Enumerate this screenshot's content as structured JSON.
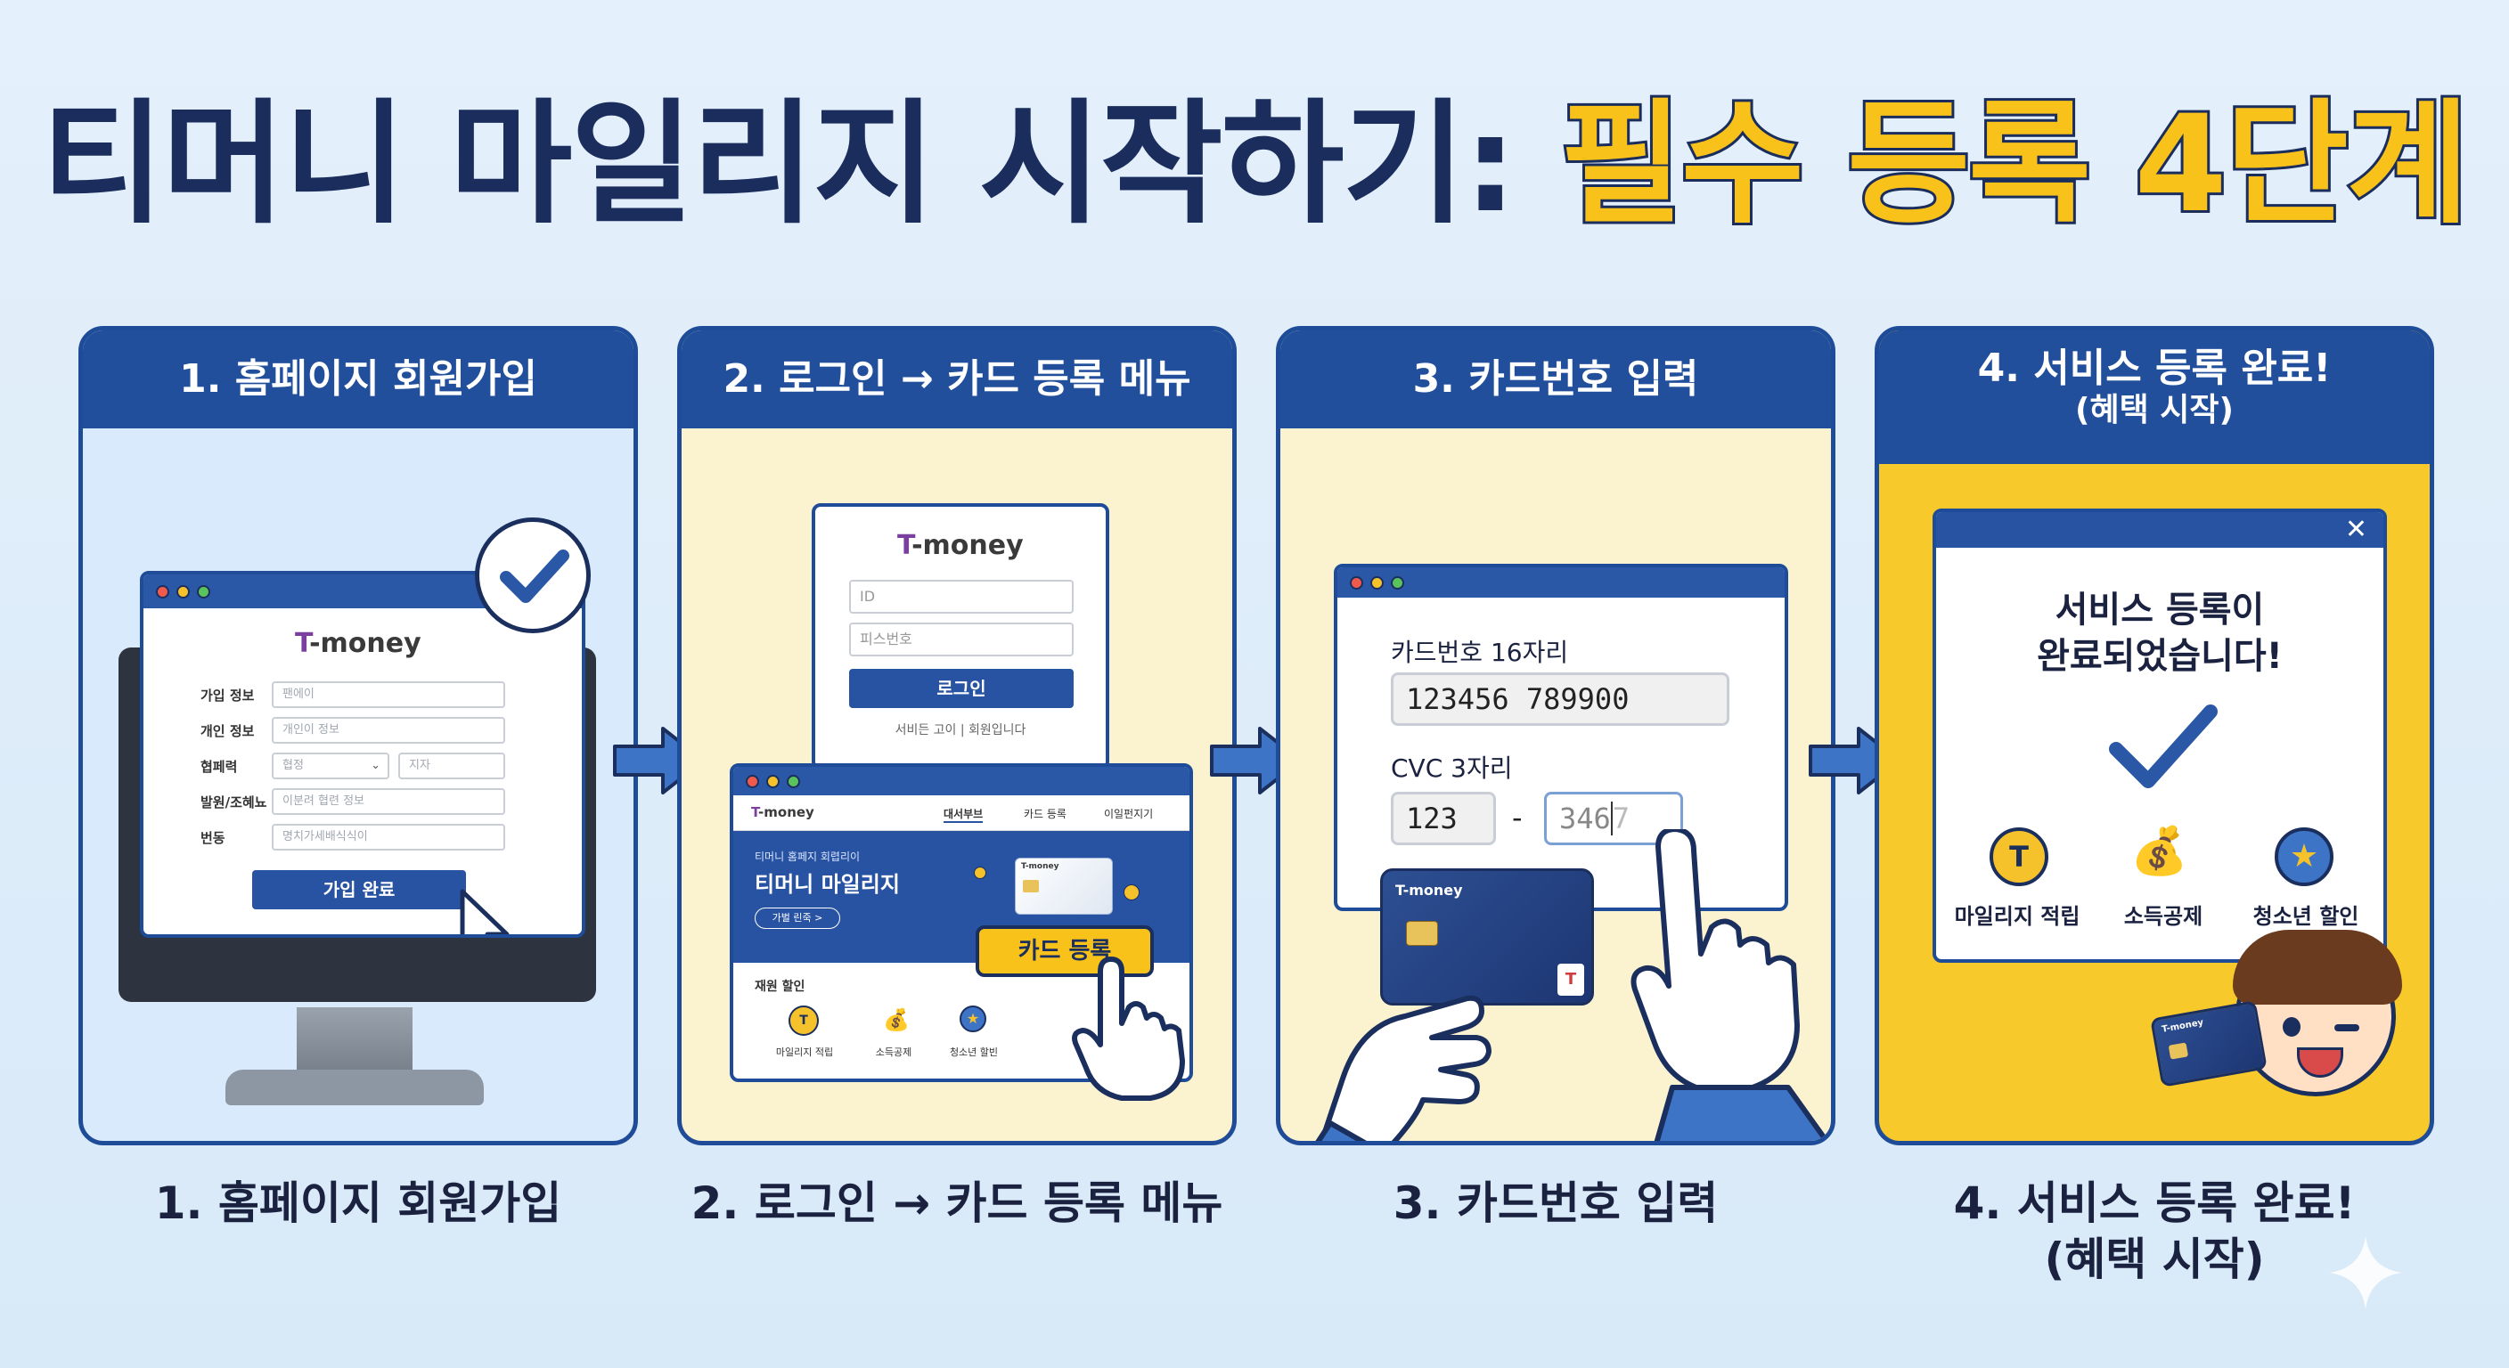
{
  "title": {
    "part1": "티머니 마일리지 시작하기:",
    "part2": "필수 등록 4단계"
  },
  "steps": [
    {
      "header": "1. 홈페이지 회원가입",
      "caption": "1. 홈페이지 회원가입"
    },
    {
      "header": "2. 로그인 → 카드 등록 메뉴",
      "caption": "2. 로그인 → 카드 등록 메뉴"
    },
    {
      "header": "3. 카드번호 입력",
      "caption": "3. 카드번호 입력"
    },
    {
      "header": "4. 서비스 등록 완료!",
      "header_sub": "(혜택 시작)",
      "caption": "4. 서비스 등록 완료!",
      "caption_sub": "(혜택 시작)"
    }
  ],
  "brand": {
    "t": "T",
    "name": "-money",
    "small": "T-money"
  },
  "signup": {
    "rows": [
      {
        "label": "가입 정보",
        "placeholder": "팬에이"
      },
      {
        "label": "개인 정보",
        "placeholder": "개인이 정보"
      },
      {
        "label": "협페력",
        "select": "협정",
        "extra": "지자"
      },
      {
        "label": "발원/조혜뇨",
        "placeholder": "이분려 협련 정보"
      },
      {
        "label": "번동",
        "placeholder": "명치가세배식식이"
      }
    ],
    "submit": "가입 완료"
  },
  "login": {
    "id_placeholder": "ID",
    "pw_placeholder": "피스번호",
    "button": "로그인",
    "links": "서비든 고이 | 회원입니다"
  },
  "site": {
    "nav": [
      "대서부브",
      "카드 등록",
      "이일펀지기"
    ],
    "hero_small": "티머니 홈페지 회렵리이",
    "hero_title": "티머니 마일리지",
    "hero_btn": "가벌 린죽 >",
    "section": "재원 할인",
    "icons": [
      "마일리지 적립",
      "소득공제",
      "청소년 할빈"
    ],
    "card_register": "카드 등록"
  },
  "card_entry": {
    "number_label": "카드번호 16자리",
    "number_value": "123456 789900",
    "cvc_label": "CVC 3자리",
    "cvc_value": "123",
    "dash": "-",
    "cvc_partial": "346",
    "cvc_cursor": "7"
  },
  "complete": {
    "close": "✕",
    "message_line1": "서비스 등록이",
    "message_line2": "완료되었습니다!",
    "benefits": [
      "마일리지 적립",
      "소득공제",
      "청소년 할인"
    ]
  },
  "colors": {
    "navy": "#1a2d5c",
    "blue": "#224f9c",
    "yellow": "#f8c92a",
    "cream": "#fbf3cf",
    "light_blue": "#d8eafb"
  },
  "icons": [
    "check-icon",
    "cursor-arrow-icon",
    "hand-pointer-icon",
    "coin-icon",
    "money-hand-icon",
    "star-badge-icon",
    "close-icon",
    "sparkle-icon"
  ]
}
